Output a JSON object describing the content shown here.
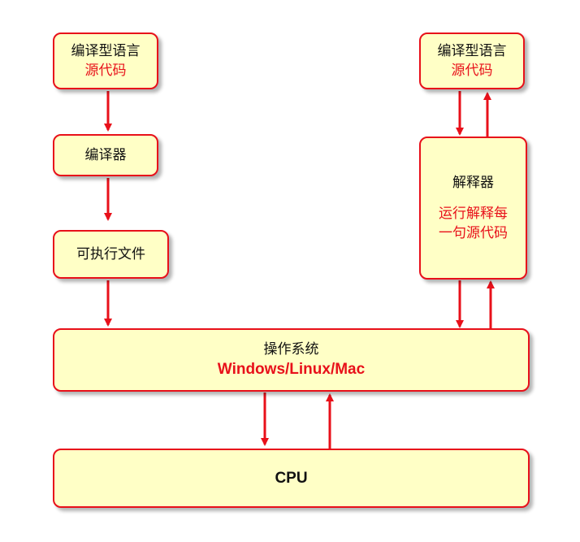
{
  "colors": {
    "box_fill": "#ffffc6",
    "border": "#e8101a",
    "accent_text": "#e8101a",
    "arrow": "#e8101a"
  },
  "compiled": {
    "source": {
      "title": "编译型语言",
      "subtitle": "源代码"
    },
    "compiler": {
      "label": "编译器"
    },
    "executable": {
      "label": "可执行文件"
    }
  },
  "interpreted": {
    "source": {
      "title": "编译型语言",
      "subtitle": "源代码"
    },
    "interpreter": {
      "title": "解释器",
      "note_line1": "运行解释每",
      "note_line2": "一句源代码"
    }
  },
  "os": {
    "title": "操作系统",
    "subtitle": "Windows/Linux/Mac"
  },
  "cpu": {
    "label": "CPU"
  }
}
